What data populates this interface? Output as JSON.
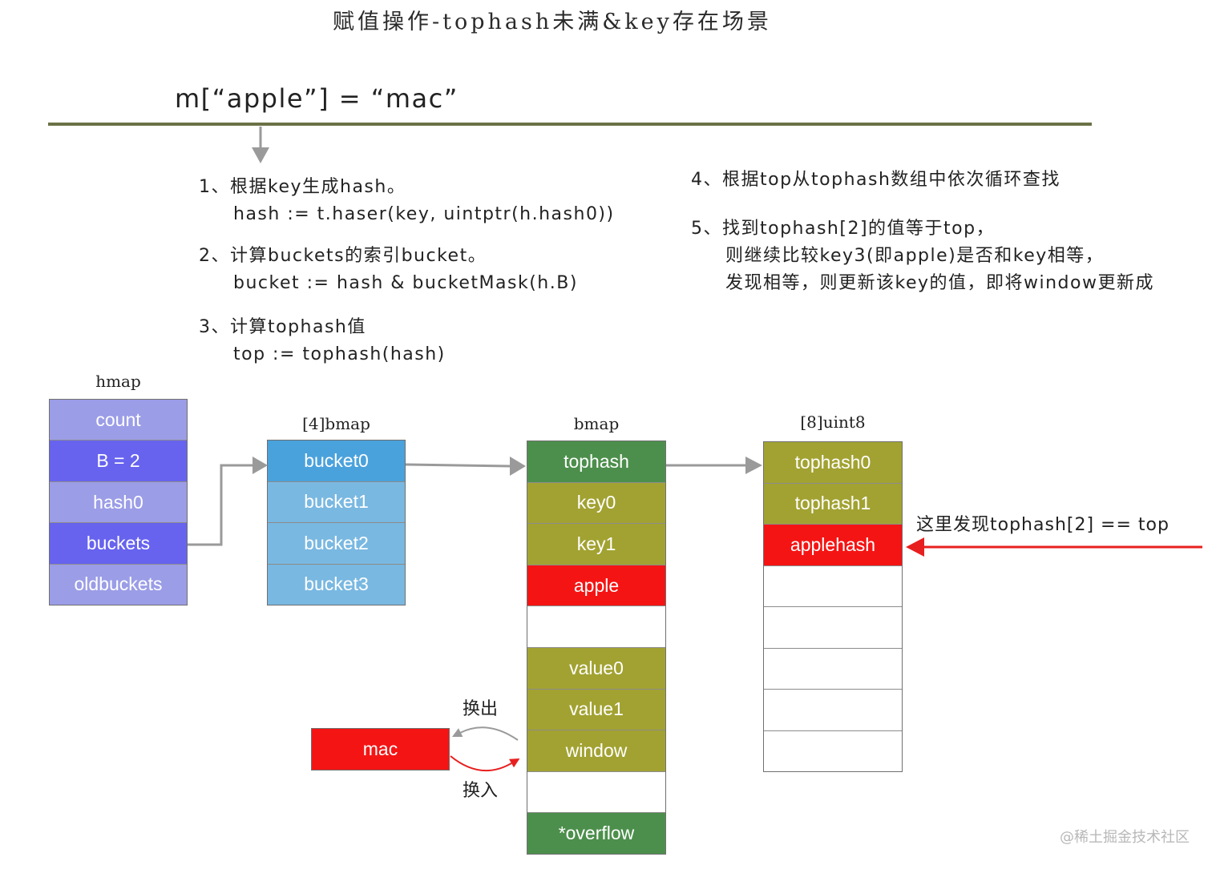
{
  "title": "赋值操作-tophash未满&key存在场景",
  "assignment": "m[“apple”] = “mac”",
  "steps": {
    "s1": "1、根据key生成hash。",
    "s1_code": "hash := t.haser(key, uintptr(h.hash0))",
    "s2": "2、计算buckets的索引bucket。",
    "s2_code": "bucket := hash & bucketMask(h.B)",
    "s3": "3、计算tophash值",
    "s3_code": "top := tophash(hash)",
    "s4": "4、根据top从tophash数组中依次循环查找",
    "s5": "5、找到tophash[2]的值等于top，",
    "s5_l2": "则继续比较key3(即apple)是否和key相等，",
    "s5_l3": "发现相等，则更新该key的值，即将window更新成"
  },
  "hmap": {
    "label": "hmap",
    "cells": [
      "count",
      "B = 2",
      "hash0",
      "buckets",
      "oldbuckets"
    ]
  },
  "buckets_array": {
    "label": "[4]bmap",
    "cells": [
      "bucket0",
      "bucket1",
      "bucket2",
      "bucket3"
    ]
  },
  "bmap": {
    "label": "bmap",
    "cells": [
      "tophash",
      "key0",
      "key1",
      "apple",
      "",
      "value0",
      "value1",
      "window",
      "",
      "*overflow"
    ]
  },
  "tophash_array": {
    "label": "[8]uint8",
    "cells": [
      "tophash0",
      "tophash1",
      "applehash",
      "",
      "",
      "",
      "",
      ""
    ]
  },
  "annotation": "这里发现tophash[2] == top",
  "mac_box": "mac",
  "swap_out": "换出",
  "swap_in": "换入",
  "watermark": "@稀土掘金技术社区",
  "colors": {
    "hmap_light": "#9b9de7",
    "hmap_dark": "#6763ef",
    "bucket_dark": "#4aa2dc",
    "bucket_light": "#79b8e1",
    "green": "#4c8f4c",
    "olive": "#a2a232",
    "red": "#f51414",
    "rule": "#6b7145",
    "arrow_gray": "#9a9a9a",
    "arrow_red": "#e81f1f"
  }
}
